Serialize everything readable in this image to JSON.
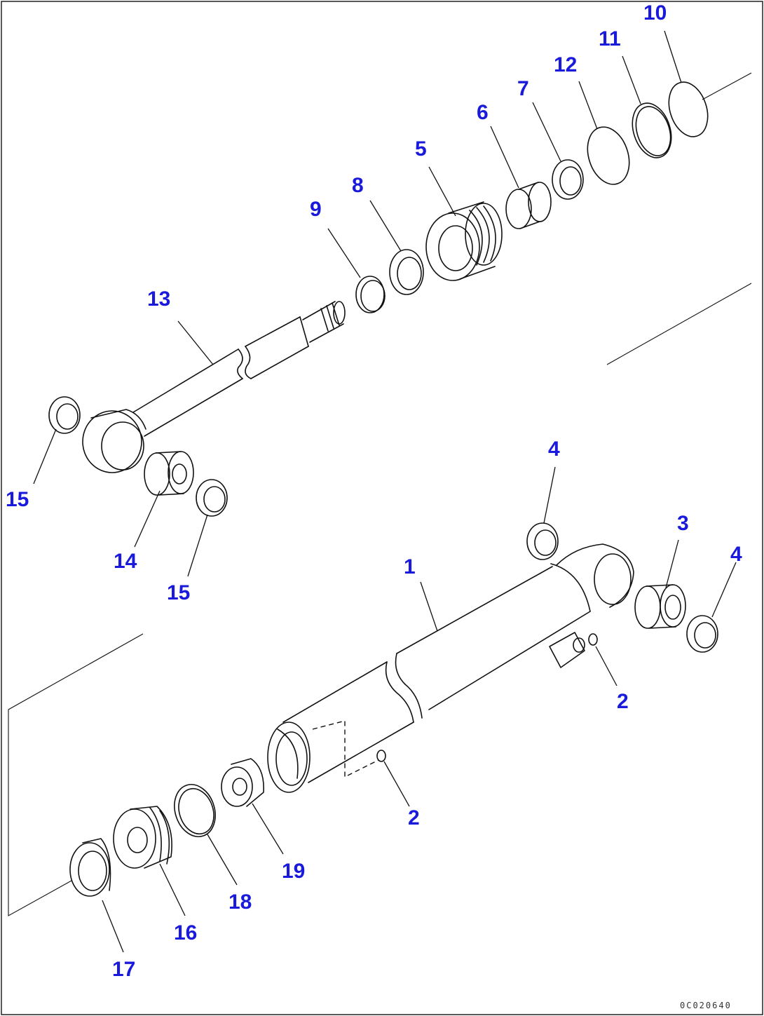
{
  "drawing_code": "0C020640",
  "colors": {
    "label": "#1a1adc",
    "line": "#111111",
    "background": "#ffffff"
  },
  "labels": {
    "p1": "1",
    "p2a": "2",
    "p2b": "2",
    "p3": "3",
    "p4a": "4",
    "p4b": "4",
    "p5": "5",
    "p6": "6",
    "p7": "7",
    "p8": "8",
    "p9": "9",
    "p10": "10",
    "p11": "11",
    "p12": "12",
    "p13": "13",
    "p14": "14",
    "p15a": "15",
    "p15b": "15",
    "p16": "16",
    "p17": "17",
    "p18": "18",
    "p19": "19"
  }
}
